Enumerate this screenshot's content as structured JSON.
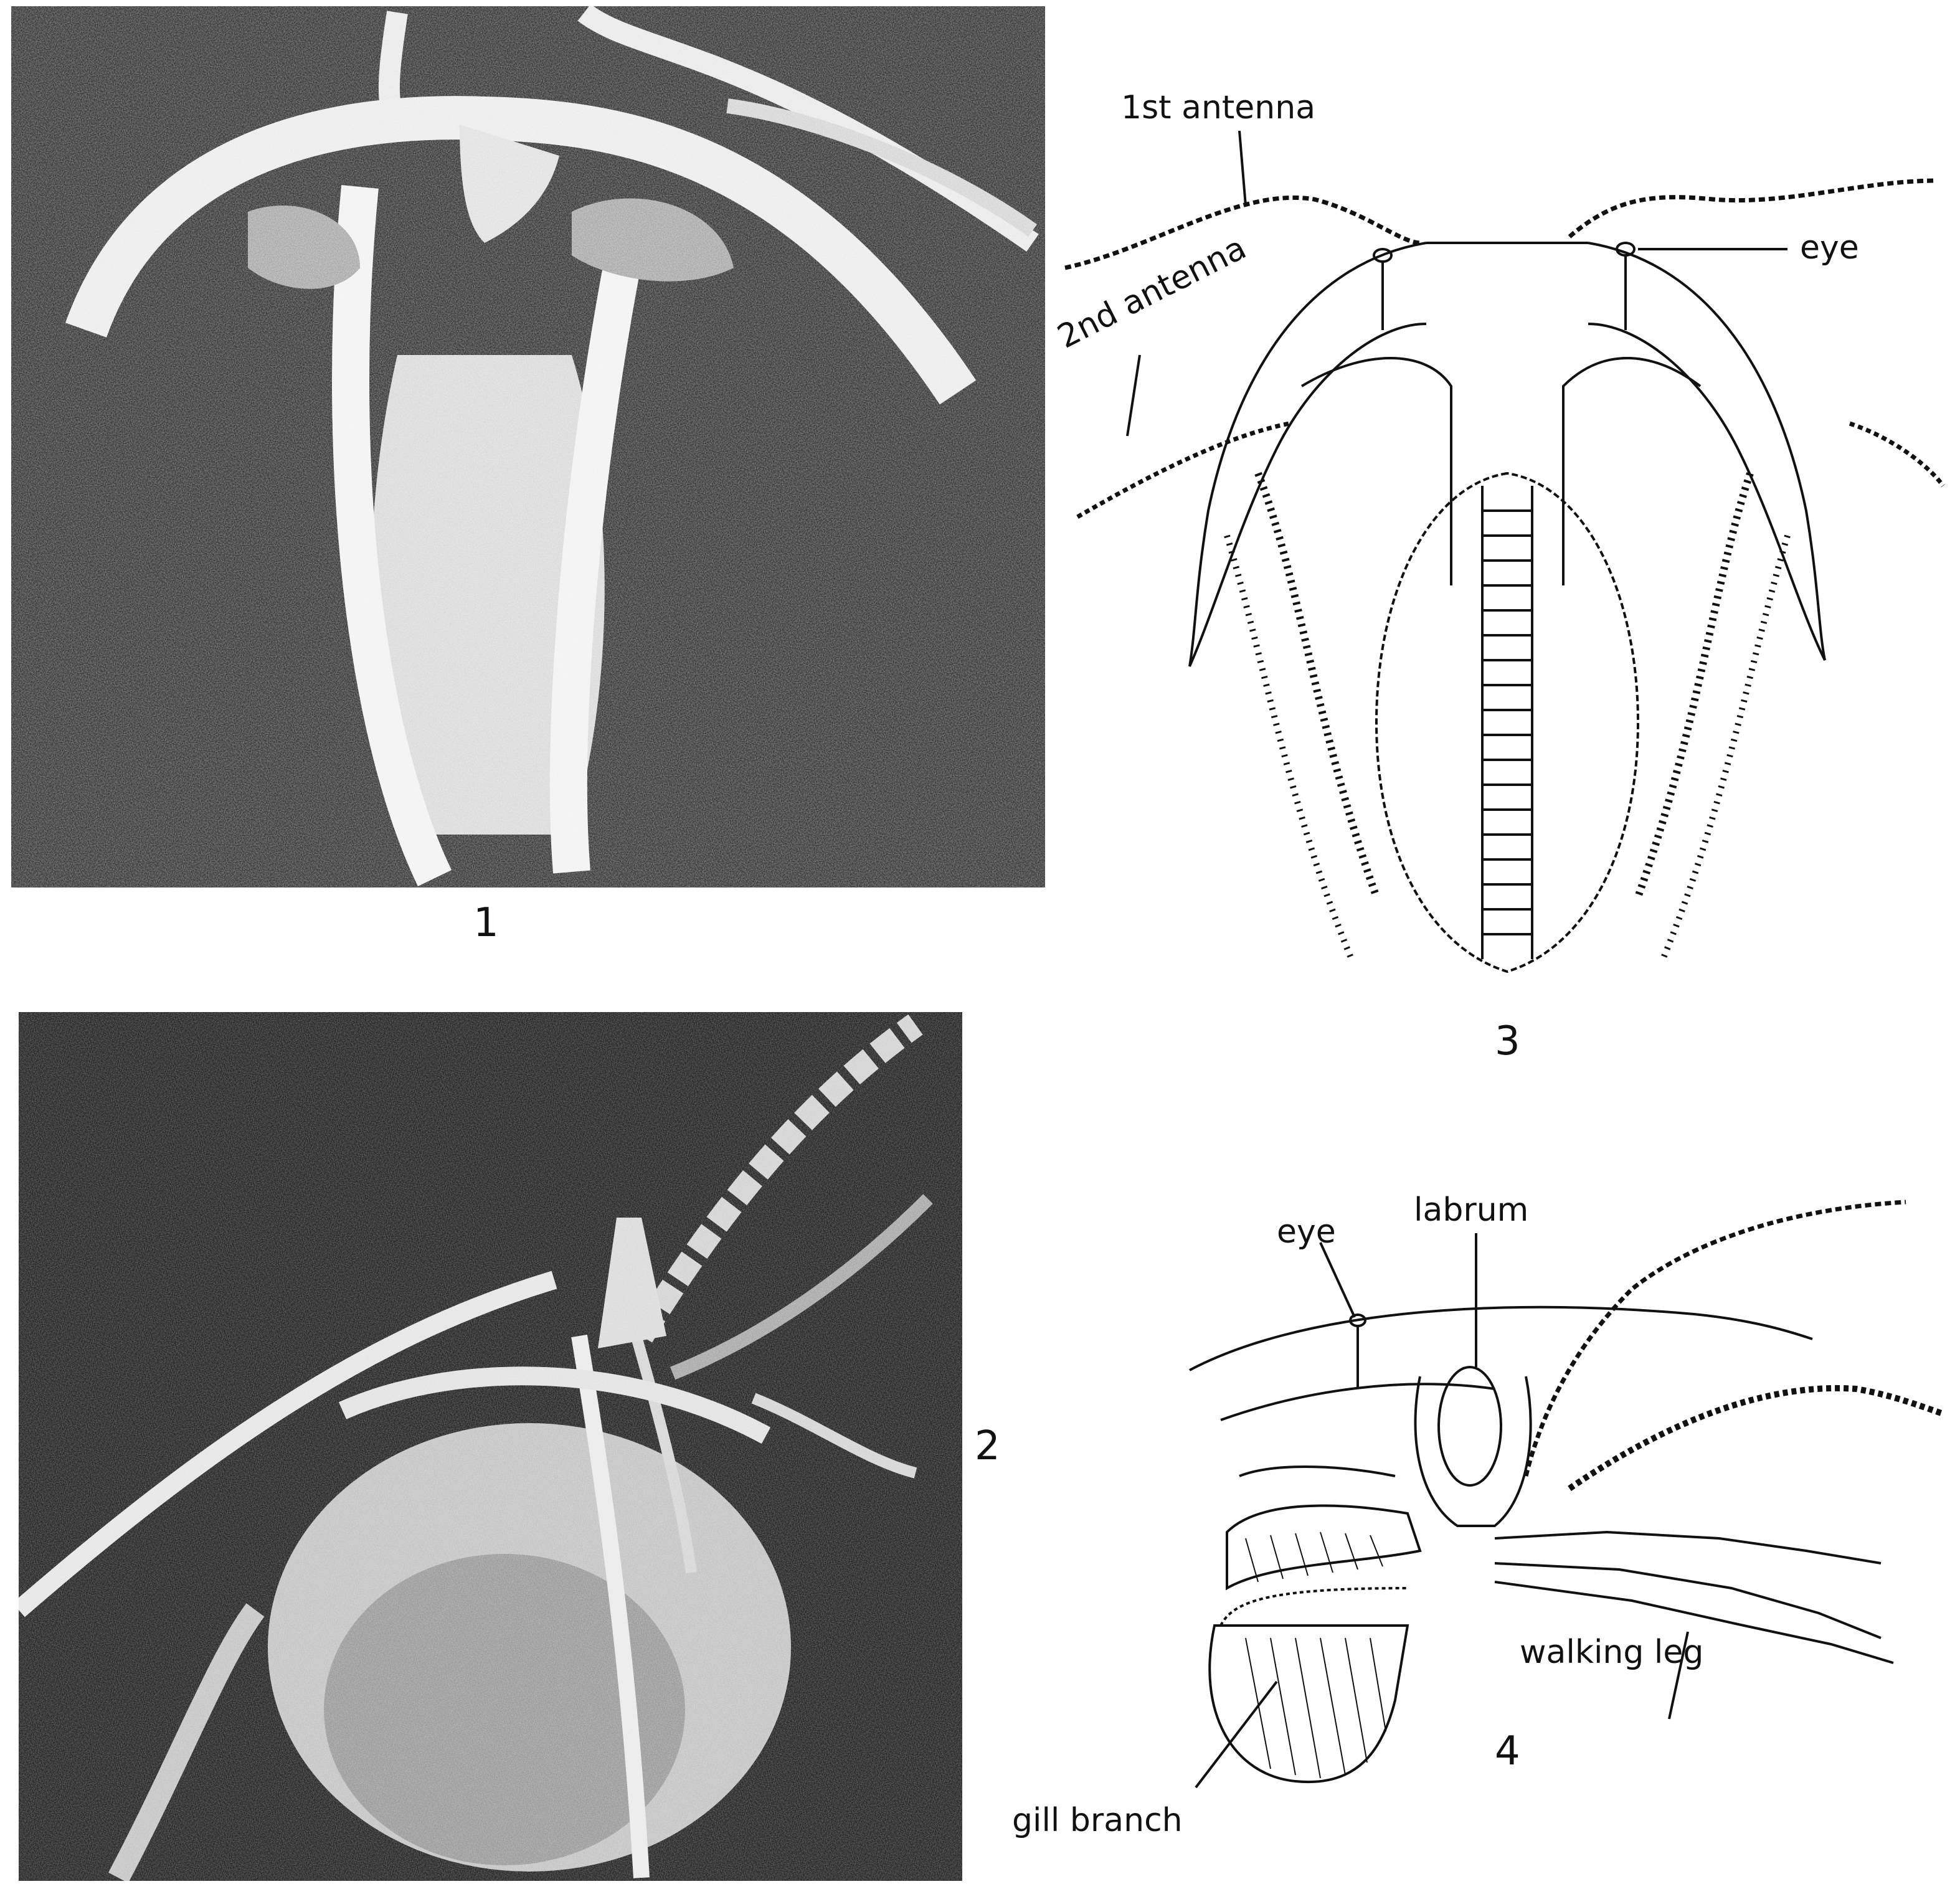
{
  "figures": [
    {
      "number": "1",
      "kind": "photograph"
    },
    {
      "number": "2",
      "kind": "photograph"
    },
    {
      "number": "3",
      "kind": "drawing",
      "labels": {
        "antenna1": "1st antenna",
        "antenna2": "2nd antenna",
        "eye": "eye"
      }
    },
    {
      "number": "4",
      "kind": "drawing",
      "labels": {
        "labrum": "labrum",
        "eye": "eye",
        "walking_leg": "walking leg",
        "gill_branch": "gill branch"
      }
    }
  ]
}
